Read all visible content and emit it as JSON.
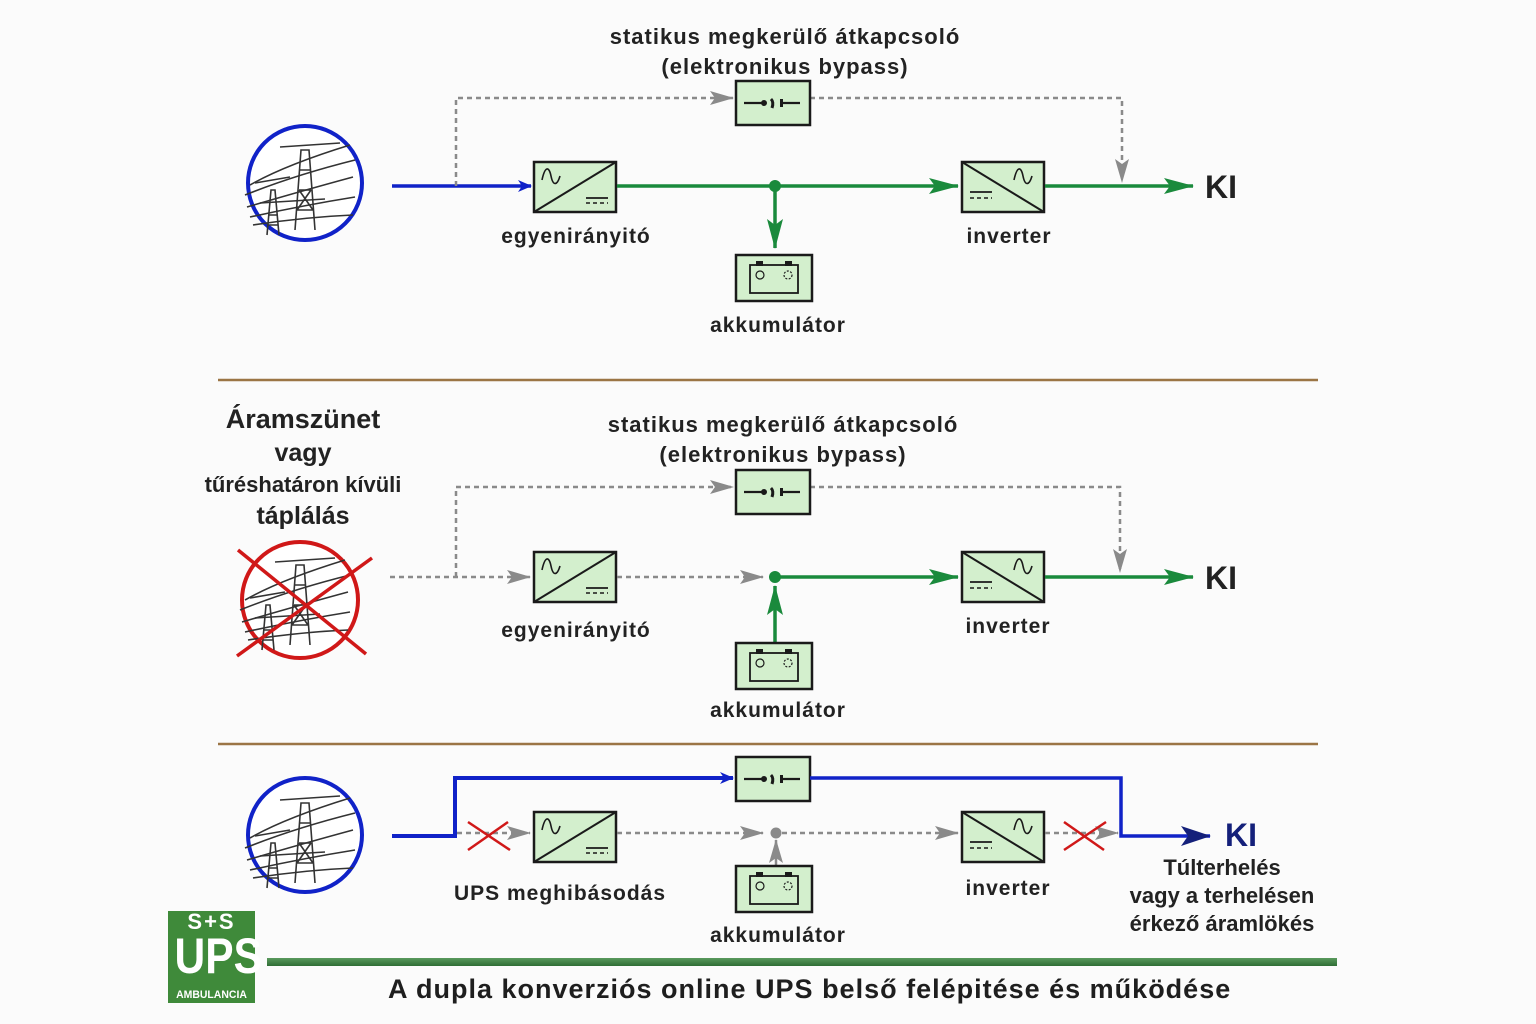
{
  "colors": {
    "mains_blue": "#1022c8",
    "dc_green": "#1a8a3c",
    "inactive_grey": "#8a8a8a",
    "fail_red": "#d01818",
    "box_fill": "#d3efcd",
    "divider": "#9b7545",
    "logo_green": "#3f8a3a",
    "ki_navy": "#14207a"
  },
  "panels": [
    {
      "name": "normal-operation",
      "bypass_label_line1": "statikus megkerülő átkapcsoló",
      "bypass_label_line2": "(elektronikus bypass)",
      "rectifier_label": "egyenirányitó",
      "battery_label": "akkumulátor",
      "inverter_label": "inverter",
      "output_label": "KI",
      "source_state": "active",
      "battery_flow": "charging"
    },
    {
      "name": "mains-failure",
      "condition_lines": [
        "Áramszünet",
        "vagy",
        "tűréshatáron kívüli",
        "táplálás"
      ],
      "bypass_label_line1": "statikus megkerülő átkapcsoló",
      "bypass_label_line2": "(elektronikus bypass)",
      "rectifier_label": "egyenirányitó",
      "battery_label": "akkumulátor",
      "inverter_label": "inverter",
      "output_label": "KI",
      "source_state": "failed",
      "battery_flow": "discharging"
    },
    {
      "name": "bypass-operation",
      "rectifier_label": "UPS meghibásodás",
      "battery_label": "akkumulátor",
      "inverter_label": "inverter",
      "output_label": "KI",
      "output_condition_lines": [
        "Túlterhelés",
        "vagy a terhelésen",
        "érkező áramlökés"
      ],
      "source_state": "active",
      "battery_flow": "inactive"
    }
  ],
  "logo": {
    "top": "S+S",
    "middle": "UPS",
    "bottom": "AMBULANCIA"
  },
  "footer_title": "A dupla konverziós online UPS belső felépitése és működése"
}
